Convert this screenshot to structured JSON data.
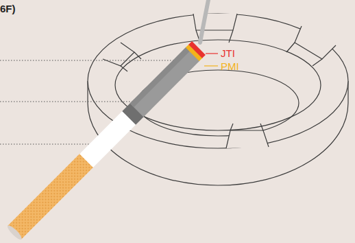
{
  "diagram": {
    "labels": [
      "6F)",
      "JTI",
      "PMI"
    ]
  }
}
